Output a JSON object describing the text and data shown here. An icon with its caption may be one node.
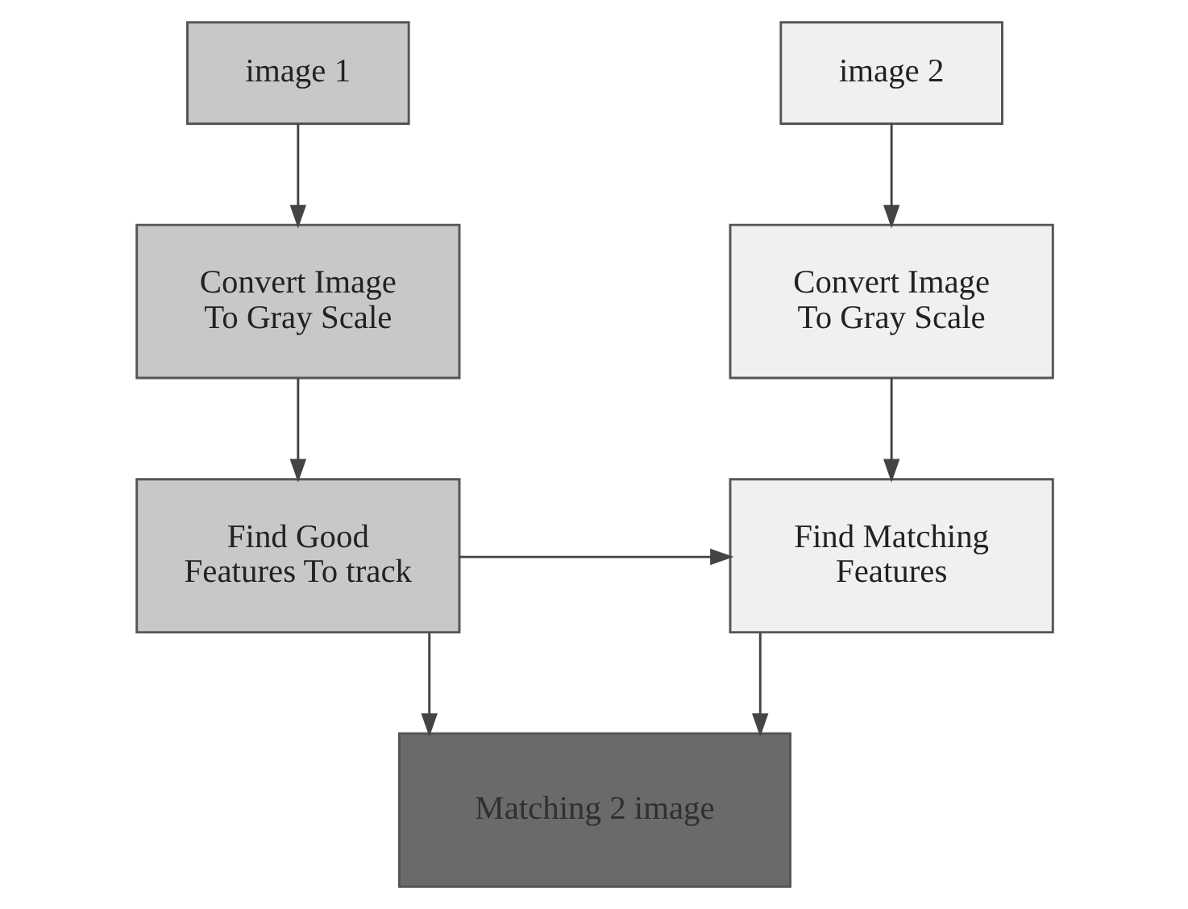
{
  "diagram": {
    "nodes": [
      {
        "text": [
          "image 1"
        ]
      },
      {
        "text": [
          "image 2"
        ]
      },
      {
        "text": [
          "Convert Image To Gray Scale"
        ]
      },
      {
        "text": [
          "Convert Image To Gray Scale"
        ]
      },
      {
        "text": [
          "Find Good Features To track"
        ]
      },
      {
        "text": [
          "Find Matching Features"
        ]
      },
      {
        "text": [
          "Matching 2 image"
        ]
      }
    ],
    "edges": [
      {
        "from": 0,
        "to": 2,
        "arrow": "to"
      },
      {
        "from": 1,
        "to": 3,
        "arrow": "to"
      },
      {
        "from": 2,
        "to": 4,
        "arrow": "to"
      },
      {
        "from": 3,
        "to": 5,
        "arrow": "to"
      },
      {
        "from": 4,
        "to": 5,
        "arrow": "to"
      },
      {
        "from": 4,
        "to": 6,
        "arrow": "to"
      },
      {
        "from": 5,
        "to": 6,
        "arrow": "to"
      }
    ]
  }
}
